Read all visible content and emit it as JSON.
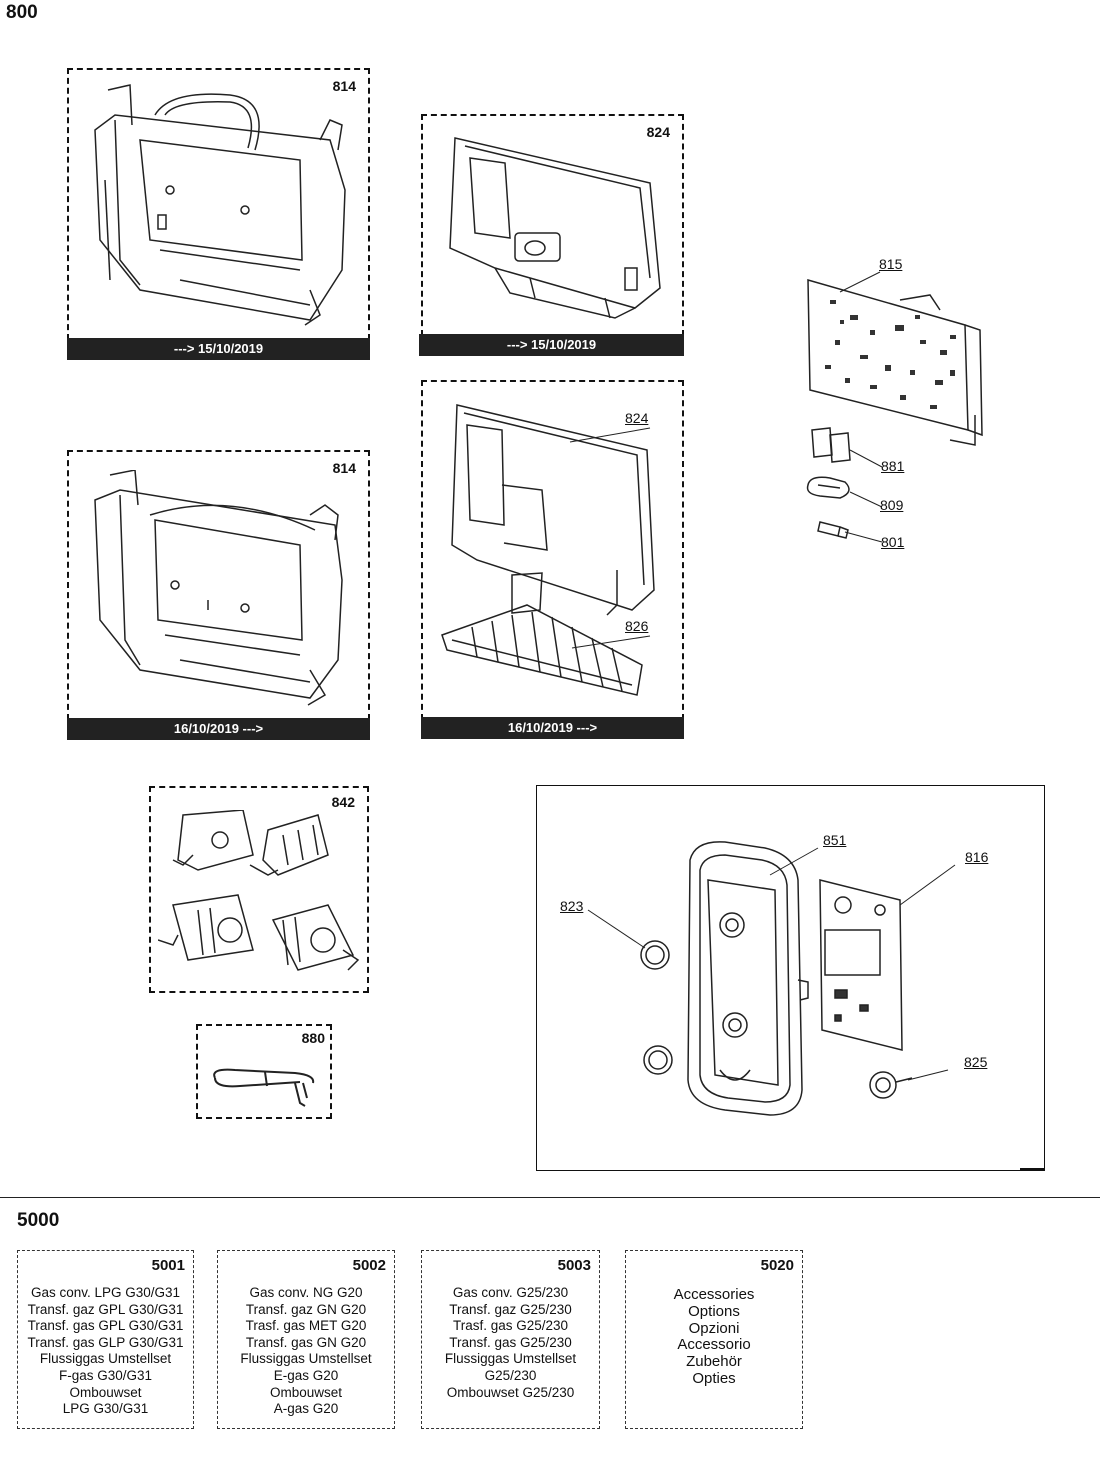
{
  "section_800": "800",
  "section_5000": "5000",
  "boxes": {
    "b814a": {
      "num": "814",
      "date": "---> 15/10/2019"
    },
    "b824a": {
      "num": "824",
      "date": "---> 15/10/2019"
    },
    "b814b": {
      "num": "814",
      "date": "16/10/2019 --->"
    },
    "b824b": {
      "date": "16/10/2019 --->"
    },
    "b842": {
      "num": "842"
    },
    "b880": {
      "num": "880"
    }
  },
  "callouts": {
    "c824": "824",
    "c826": "826",
    "c815": "815",
    "c881": "881",
    "c809": "809",
    "c801": "801",
    "c851": "851",
    "c816": "816",
    "c823": "823",
    "c825": "825"
  },
  "kits": [
    {
      "num": "5001",
      "lines": [
        "Gas conv. LPG G30/G31",
        "Transf. gaz GPL G30/G31",
        "Transf. gas GPL G30/G31",
        "Transf. gas GLP G30/G31",
        "Flussiggas Umstellset",
        "F-gas G30/G31",
        "Ombouwset",
        "LPG G30/G31"
      ]
    },
    {
      "num": "5002",
      "lines": [
        "Gas conv. NG G20",
        "Transf. gaz GN G20",
        "Trasf. gas MET G20",
        "Transf. gas GN G20",
        "Flussiggas Umstellset",
        "E-gas G20",
        "Ombouwset",
        "A-gas G20"
      ]
    },
    {
      "num": "5003",
      "lines": [
        "Gas conv. G25/230",
        "Transf. gaz G25/230",
        "Trasf. gas G25/230",
        "Transf. gas G25/230",
        "Flussiggas Umstellset",
        "G25/230",
        "Ombouwset G25/230"
      ]
    },
    {
      "num": "5020",
      "lines": [
        "Accessories",
        "Options",
        "Opzioni",
        "Accessorio",
        "Zubehör",
        "Opties"
      ]
    }
  ]
}
